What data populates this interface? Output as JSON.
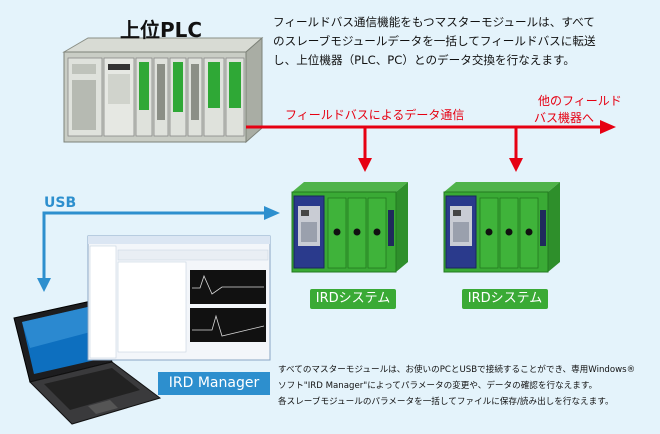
{
  "plc": {
    "title": "上位PLC"
  },
  "description": {
    "lines": [
      "フィールドバス通信機能をもつマスターモジュールは、すべて",
      "のスレーブモジュールデータを一括してフィールドバスに転送",
      "し、上位機器（PLC、PC）とのデータ交換を行なえます。"
    ]
  },
  "bus": {
    "label": "フィールドバスによるデータ通信",
    "other_devices_lines": [
      "他のフィールド",
      "バス機器へ"
    ]
  },
  "systems": [
    {
      "label": "IRDシステム"
    },
    {
      "label": "IRDシステム"
    }
  ],
  "usb": {
    "label": "USB"
  },
  "software": {
    "label": "IRD Manager"
  },
  "note": {
    "lines": [
      "すべてのマスターモジュールは、お使いのPCとUSBで接続することができ、専用Windows®",
      "ソフト\"IRD Manager\"によってパラメータの変更や、データの確認を行なえます。",
      "各スレーブモジュールのパラメータを一括してファイルに保存/読み出しを行なえます。"
    ]
  },
  "colors": {
    "background": "#e4f3fb",
    "bus_red": "#e60012",
    "usb_blue": "#2d8fce",
    "module_green": "#3aaa35"
  }
}
